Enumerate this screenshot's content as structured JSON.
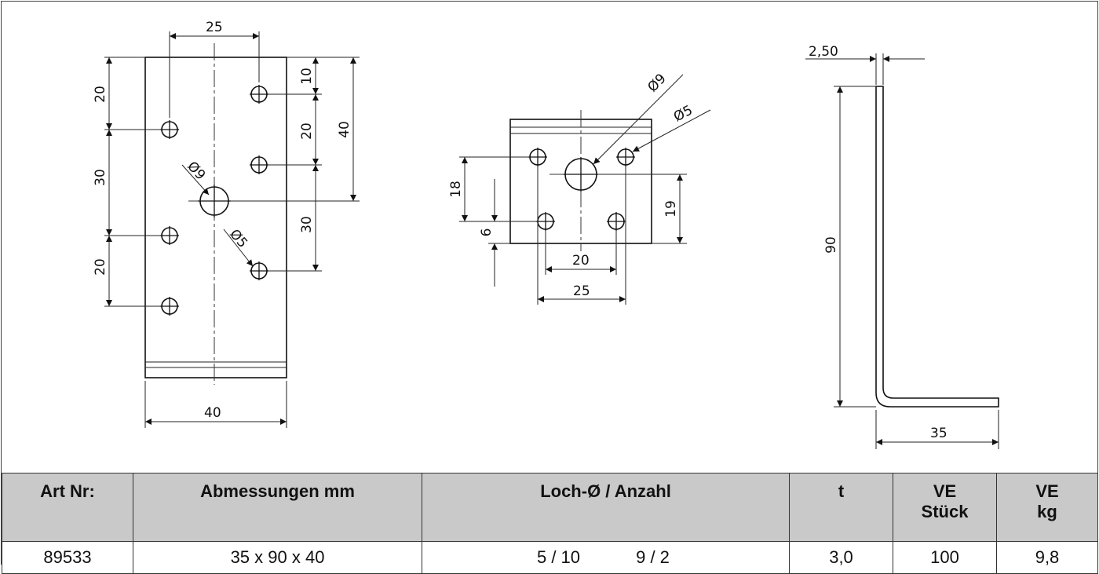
{
  "dimensions": {
    "front": {
      "d25_top": "25",
      "d40_bottom": "40",
      "d20_a": "20",
      "d30_a": "30",
      "d20_b": "20",
      "d10": "10",
      "d20_c": "20",
      "d30_c": "30",
      "d40_right": "40",
      "dia9": "Ø9",
      "dia5": "Ø5"
    },
    "top": {
      "dia9": "Ø9",
      "dia5": "Ø5",
      "d18": "18",
      "d6": "6",
      "d19": "19",
      "d20": "20",
      "d25": "25"
    },
    "side": {
      "thickness": "2,50",
      "height": "90",
      "leg": "35"
    }
  },
  "table": {
    "headers": {
      "art": "Art Nr:",
      "dim": "Abmessungen mm",
      "holes": "Loch-Ø / Anzahl",
      "t": "t",
      "ve_stk_1": "VE",
      "ve_stk_2": "Stück",
      "ve_kg_1": "VE",
      "ve_kg_2": "kg"
    },
    "row": {
      "art": "89533",
      "dim": "35 x 90 x 40",
      "holes_a": "5 / 10",
      "holes_b": "9 / 2",
      "t": "3,0",
      "ve_stk": "100",
      "ve_kg": "9,8"
    }
  }
}
